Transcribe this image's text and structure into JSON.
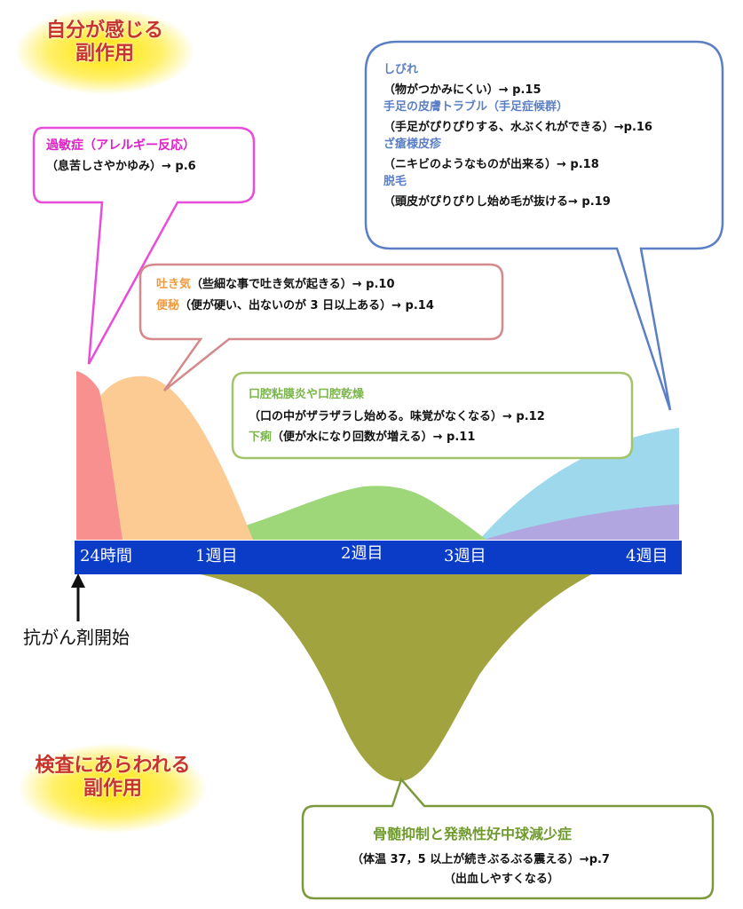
{
  "header_top": {
    "line1": "自分が感じる",
    "line2": "副作用"
  },
  "header_bottom": {
    "line1": "検査にあらわれる",
    "line2": "副作用"
  },
  "axis": {
    "labels": [
      "24時間",
      "1週目",
      "2週目",
      "3週目",
      "4週目"
    ],
    "color": "#0a3cc8"
  },
  "start_label": "抗がん剤開始",
  "allergy": {
    "title": "過敏症（アレルギー反応）",
    "desc": "（息苦しさやかゆみ）→ p.6",
    "color": "#e84cd8"
  },
  "skin": {
    "items": [
      {
        "title": "しびれ",
        "desc": "（物がつかみにくい）→ p.15"
      },
      {
        "title": "手足の皮膚トラブル（手足症候群）",
        "desc": "（手足がぴりぴりする、水ぶくれができる）→p.16"
      },
      {
        "title": "ざ瘡様皮疹",
        "desc": "（ニキビのようなものが出来る）→ p.18"
      },
      {
        "title": "脱毛",
        "desc": "（頭皮がぴりぴりし始め毛が抜ける→ p.19"
      }
    ],
    "color": "#5b7fc6"
  },
  "nausea": {
    "line1_title": "吐き気",
    "line1_desc": "（些細な事で吐き気が起きる）→ p.10",
    "line2_title": "便秘",
    "line2_desc": "（便が硬い、出ないのが 3 日以上ある）→ p.14",
    "color": "#d4898a"
  },
  "mouth": {
    "title": "口腔粘膜炎や口腔乾燥",
    "desc": "（口の中がザラザラし始める。味覚がなくなる）→ p.12",
    "line2_title": "下痢",
    "line2_desc": "（便が水になり回数が増える）→ p.11",
    "color": "#a3c46a"
  },
  "marrow": {
    "title": "骨髄抑制と発熱性好中球減少症",
    "desc1": "（体温 37，5 以上が続きぶるぶる震える）→p.7",
    "desc2": "（出血しやすくなる）",
    "color": "#7a9a3a"
  }
}
